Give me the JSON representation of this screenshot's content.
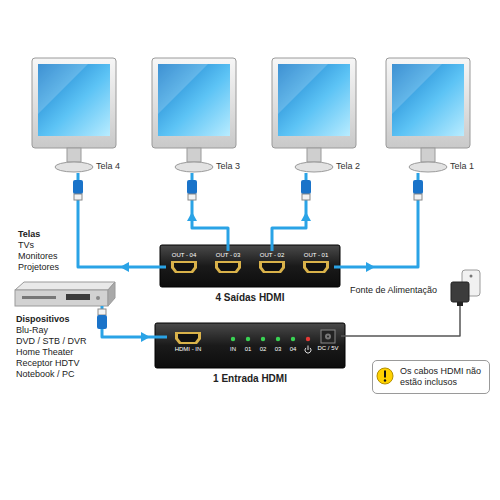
{
  "diagram": {
    "nodes": [
      {
        "text": [
          "Tela 4"
        ]
      },
      {
        "text": [
          "Tela 3"
        ]
      },
      {
        "text": [
          "Tela 2"
        ]
      },
      {
        "text": [
          "Tela 1"
        ]
      },
      {
        "text": [
          "4 Saídas HDMI"
        ]
      },
      {
        "text": [
          "OUT - 04"
        ],
        "in": 4
      },
      {
        "text": [
          "OUT - 03"
        ],
        "in": 4
      },
      {
        "text": [
          "OUT - 02"
        ],
        "in": 4
      },
      {
        "text": [
          "OUT - 01"
        ],
        "in": 4
      },
      {
        "text": [
          "Fonte de Alimentação"
        ]
      },
      {
        "text": [
          "Dispositivos",
          "Blu-Ray",
          "DVD / STB / DVR",
          "Home Theater",
          "Receptor HDTV",
          "Notebook / PC"
        ]
      },
      {
        "text": [
          "1 Entrada HDMI"
        ]
      },
      {
        "text": [
          "HDMI - IN"
        ],
        "in": 11
      },
      {
        "text": [
          "DC / 5V"
        ],
        "in": 11
      },
      {
        "text": [
          "Os cabos HDMI não estão inclusos"
        ]
      }
    ],
    "edges": [
      {
        "from": 5,
        "to": 0,
        "arrow": "to"
      },
      {
        "from": 6,
        "to": 1,
        "arrow": "to"
      },
      {
        "from": 7,
        "to": 2,
        "arrow": "to"
      },
      {
        "from": 8,
        "to": 3,
        "arrow": "to"
      },
      {
        "from": 10,
        "to": 12,
        "arrow": "to"
      },
      {
        "from": 9,
        "to": 13,
        "arrow": "none"
      }
    ],
    "labels": [
      "Telas",
      "TVs",
      "Monitores",
      "Projetores",
      "IN",
      "01",
      "02",
      "03",
      "04"
    ]
  }
}
